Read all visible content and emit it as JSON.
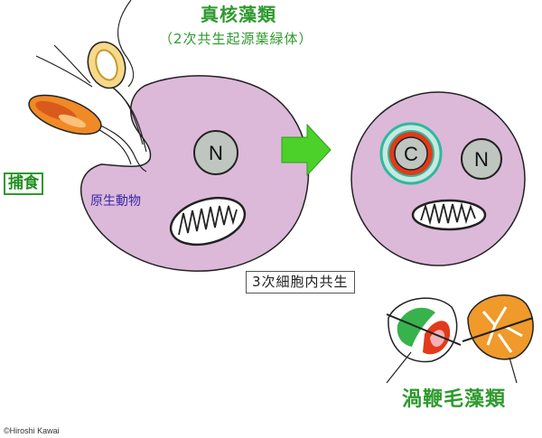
{
  "title": "真核藻類",
  "subtitle": "（2次共生起源葉緑体）",
  "capture_label": "捕食",
  "protozoa_label": "原生動物",
  "nucleus_label": "N",
  "chloroplast_label": "C",
  "tertiary_label": "3次細胞内共生",
  "dinoflagellate_label": "渦鞭毛藻類",
  "copyright": "©Hiroshi Kawai",
  "colors": {
    "cell": "#dcb9d9",
    "nucleus": "#bfc5bf",
    "arrow": "#4cd12a",
    "accent_green": "#2e9a2e",
    "alga_orange": "#ef8a26",
    "chloroplast_red": "#e23a1a",
    "chloroplast_ring": "#2fb8a0"
  }
}
